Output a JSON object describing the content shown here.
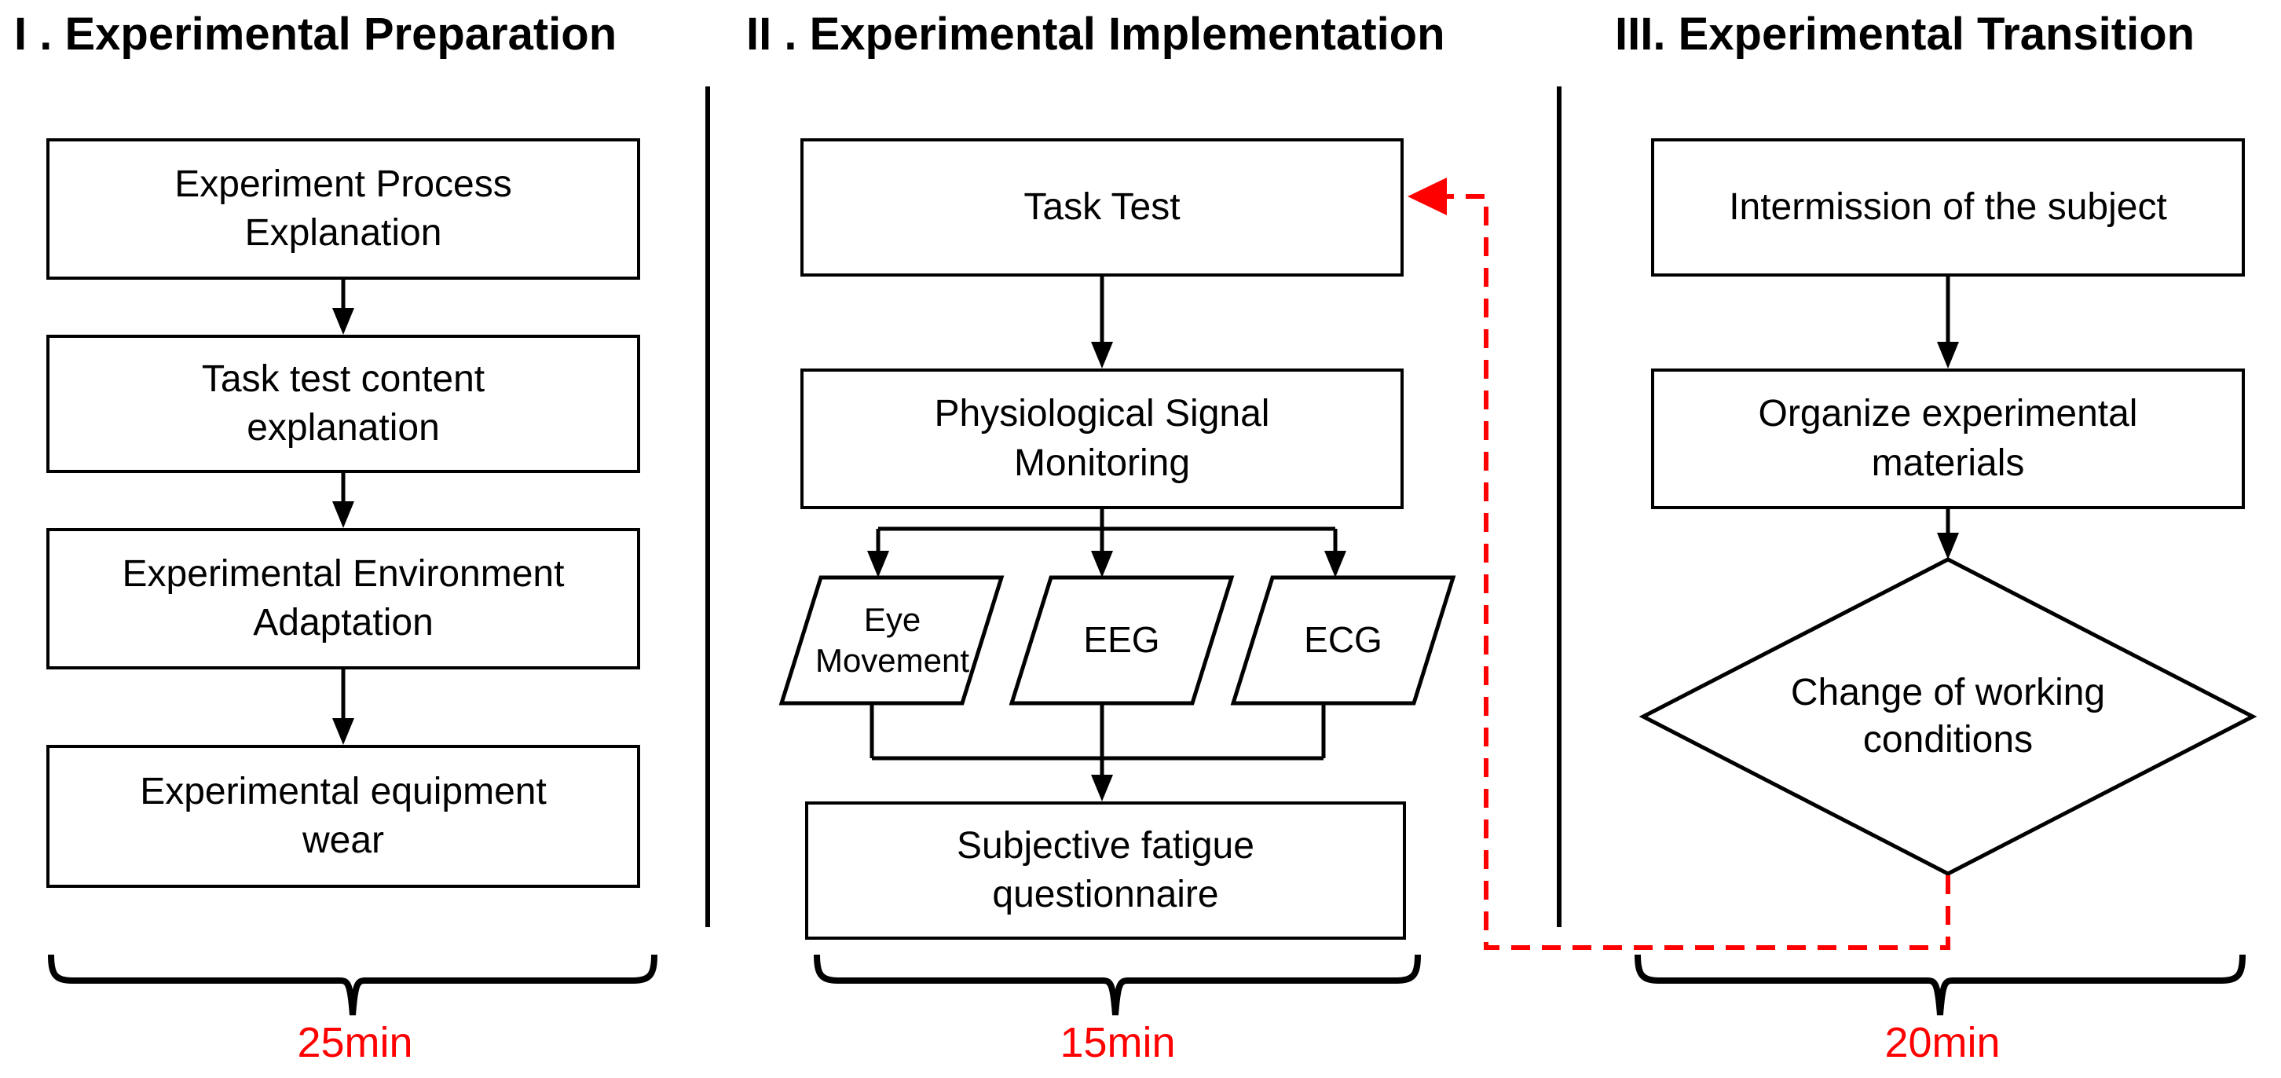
{
  "diagram": {
    "sections": [
      {
        "numeral": "I",
        "title": "I . Experimental Preparation",
        "duration": "25min",
        "steps": [
          "Experiment Process Explanation",
          "Task test content explanation",
          "Experimental Environment Adaptation",
          "Experimental equipment wear"
        ]
      },
      {
        "numeral": "II",
        "title": "II . Experimental Implementation",
        "duration": "15min",
        "steps": [
          "Task Test",
          "Physiological Signal Monitoring"
        ],
        "signals": [
          "Eye Movement",
          "EEG",
          "ECG"
        ],
        "final_step": "Subjective fatigue questionnaire"
      },
      {
        "numeral": "III",
        "title": "III. Experimental Transition",
        "duration": "20min",
        "steps": [
          "Intermission of the subject",
          "Organize experimental materials"
        ],
        "decision": "Change of working conditions"
      }
    ],
    "feedback_loop": "decision returns to Task Test",
    "colors": {
      "stroke": "#000000",
      "accent_red": "#ff0000",
      "background": "#ffffff"
    }
  }
}
